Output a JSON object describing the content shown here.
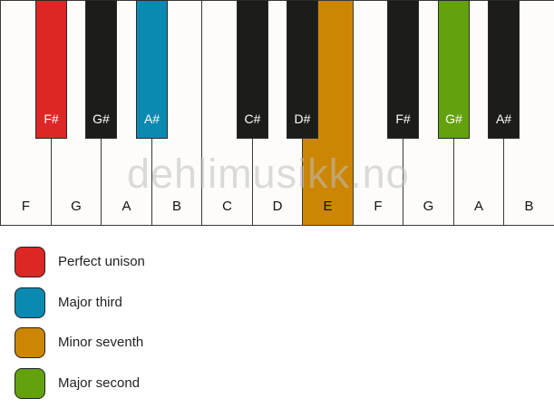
{
  "keyboard": {
    "white_key_width": 55.5,
    "white_keys": [
      {
        "note": "F",
        "color": null
      },
      {
        "note": "G",
        "color": null
      },
      {
        "note": "A",
        "color": null
      },
      {
        "note": "B",
        "color": null
      },
      {
        "note": "C",
        "color": null
      },
      {
        "note": "D",
        "color": null
      },
      {
        "note": "E",
        "color": "#cc8604"
      },
      {
        "note": "F",
        "color": null
      },
      {
        "note": "G",
        "color": null
      },
      {
        "note": "A",
        "color": null
      },
      {
        "note": "B",
        "color": null
      }
    ],
    "black_keys": [
      {
        "note": "F#",
        "after_white_index": 0,
        "color": "#dd2626"
      },
      {
        "note": "G#",
        "after_white_index": 1,
        "color": null
      },
      {
        "note": "A#",
        "after_white_index": 2,
        "color": "#0a8ab0"
      },
      {
        "note": "C#",
        "after_white_index": 4,
        "color": null
      },
      {
        "note": "D#",
        "after_white_index": 5,
        "color": null
      },
      {
        "note": "F#",
        "after_white_index": 7,
        "color": null
      },
      {
        "note": "G#",
        "after_white_index": 8,
        "color": "#64a10e"
      },
      {
        "note": "A#",
        "after_white_index": 9,
        "color": null
      }
    ]
  },
  "watermark": "dehlimusikk.no",
  "legend": [
    {
      "label": "Perfect unison",
      "color": "#dd2626"
    },
    {
      "label": "Major third",
      "color": "#0a8ab0"
    },
    {
      "label": "Minor seventh",
      "color": "#cc8604"
    },
    {
      "label": "Major second",
      "color": "#64a10e"
    }
  ]
}
